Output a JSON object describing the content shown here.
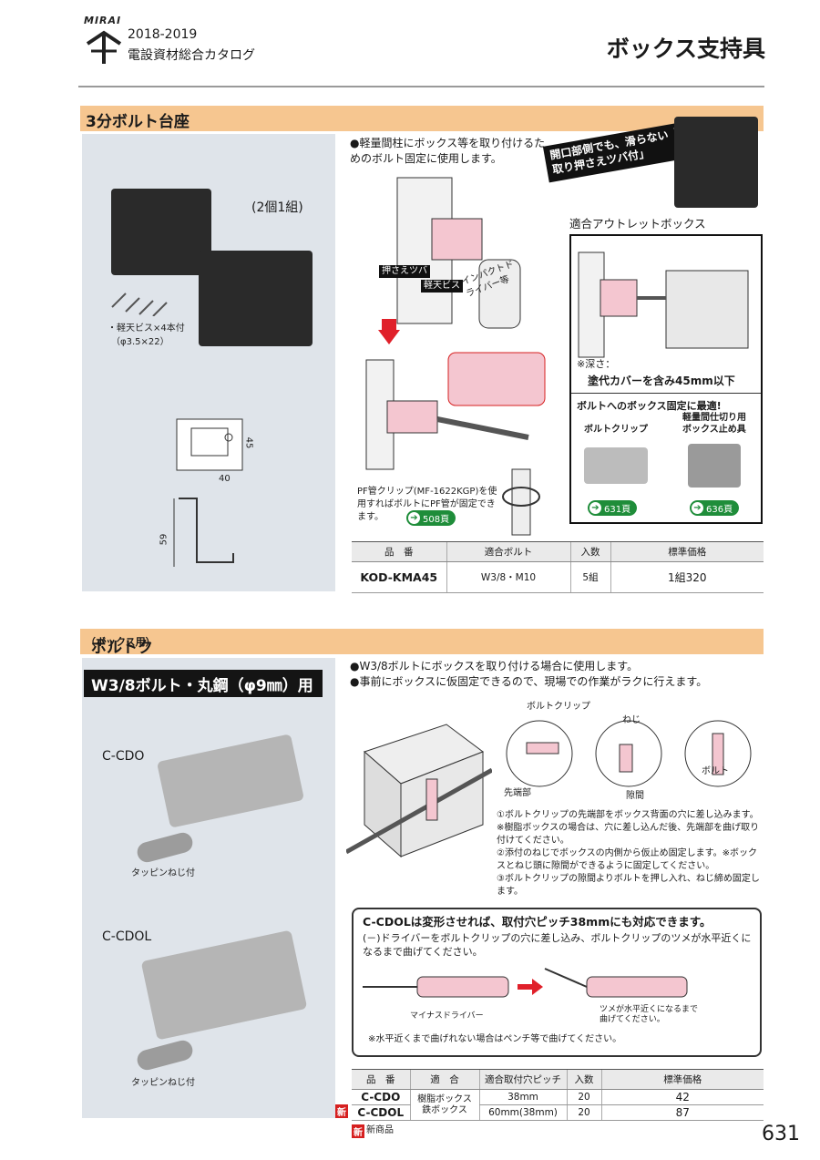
{
  "header": {
    "brand": "MIRAI",
    "catalog_year": "2018-2019",
    "catalog_name": "電設資材総合カタログ",
    "category": "ボックス支持具"
  },
  "section1": {
    "title": "3分ボルト台座",
    "set_note": "(2個1組)",
    "screw_note_1": "・軽天ビス×4本付",
    "screw_note_2": "（φ3.5×22）",
    "dim_width": "40",
    "dim_height": "45",
    "dim_depth": "59",
    "bullet": "●軽量間柱にボックス等を取り付けるためのボルト固定に使用します。",
    "callout": "開口部側でも、滑らない「折り取り押さえツバ付」",
    "label_flange": "押さえツバ",
    "label_screw": "軽天ビス",
    "label_driver": "インパクトドライバー等",
    "pf_note": "PF管クリップ(MF-1622KGP)を使用すればボルトにPF管が固定できます。",
    "pf_ref": "508頁",
    "outlet_title": "適合アウトレットボックス",
    "depth_note_1": "※深さ：",
    "depth_note_2": "塗代カバーを含み45mm以下",
    "best_fix": "ボルトへのボックス固定に最適!",
    "bolt_clip": "ボルトクリップ",
    "stopper_1": "軽量間仕切り用",
    "stopper_2": "ボックス止め具",
    "ref_631": "631頁",
    "ref_636": "636頁",
    "table": {
      "headers": [
        "品　番",
        "適合ボルト",
        "入数",
        "標準価格"
      ],
      "rows": [
        [
          "KOD-KMA45",
          "W3/8・M10",
          "5組",
          "1組320"
        ]
      ]
    }
  },
  "section2": {
    "title": "ボルトクリップ",
    "title_sub": "（ボックス用）",
    "variant_label": "W3/8ボルト・丸鋼（φ9㎜）用",
    "model_a": "C-CDO",
    "model_b": "C-CDOL",
    "screw_a": "タッピンねじ付",
    "screw_b": "タッピンねじ付",
    "bullet_1": "●W3/8ボルトにボックスを取り付ける場合に使用します。",
    "bullet_2": "●事前にボックスに仮固定できるので、現場での作業がラクに行えます。",
    "lbl_clip": "ボルトクリップ",
    "lbl_screw": "ねじ",
    "lbl_tip": "先端部",
    "lbl_gap": "隙間",
    "lbl_bolt": "ボルト",
    "steps": [
      "①ボルトクリップの先端部をボックス背面の穴に差し込みます。※樹脂ボックスの場合は、穴に差し込んだ後、先端部を曲げ取り付けてください。",
      "②添付のねじでボックスの内側から仮止め固定します。※ボックスとねじ頭に隙間ができるように固定してください。",
      "③ボルトクリップの隙間よりボルトを押し入れ、ねじ締め固定します。"
    ],
    "box_title": "C-CDOLは変形させれば、取付穴ピッチ38mmにも対応できます。",
    "box_text": "(－)ドライバーをボルトクリップの穴に差し込み、ボルトクリップのツメが水平近くになるまで曲げてください。",
    "lbl_minus_driver": "マイナスドライバー",
    "lbl_claw_1": "ツメが水平近くになるまで",
    "lbl_claw_2": "曲げてください。",
    "box_note": "※水平近くまで曲げれない場合はペンチ等で曲げてください。",
    "table": {
      "headers": [
        "品　番",
        "適　合",
        "適合取付穴ピッチ",
        "入数",
        "標準価格"
      ],
      "fit": "樹脂ボックス\n鉄ボックス",
      "rows": [
        {
          "code": "C-CDO",
          "pitch": "38mm",
          "qty": "20",
          "price": "42",
          "new": false
        },
        {
          "code": "C-CDOL",
          "pitch": "60mm(38mm)",
          "qty": "20",
          "price": "87",
          "new": true
        }
      ]
    },
    "new_mark": "新",
    "new_legend": "新商品"
  },
  "footer": {
    "page_number": "631"
  }
}
